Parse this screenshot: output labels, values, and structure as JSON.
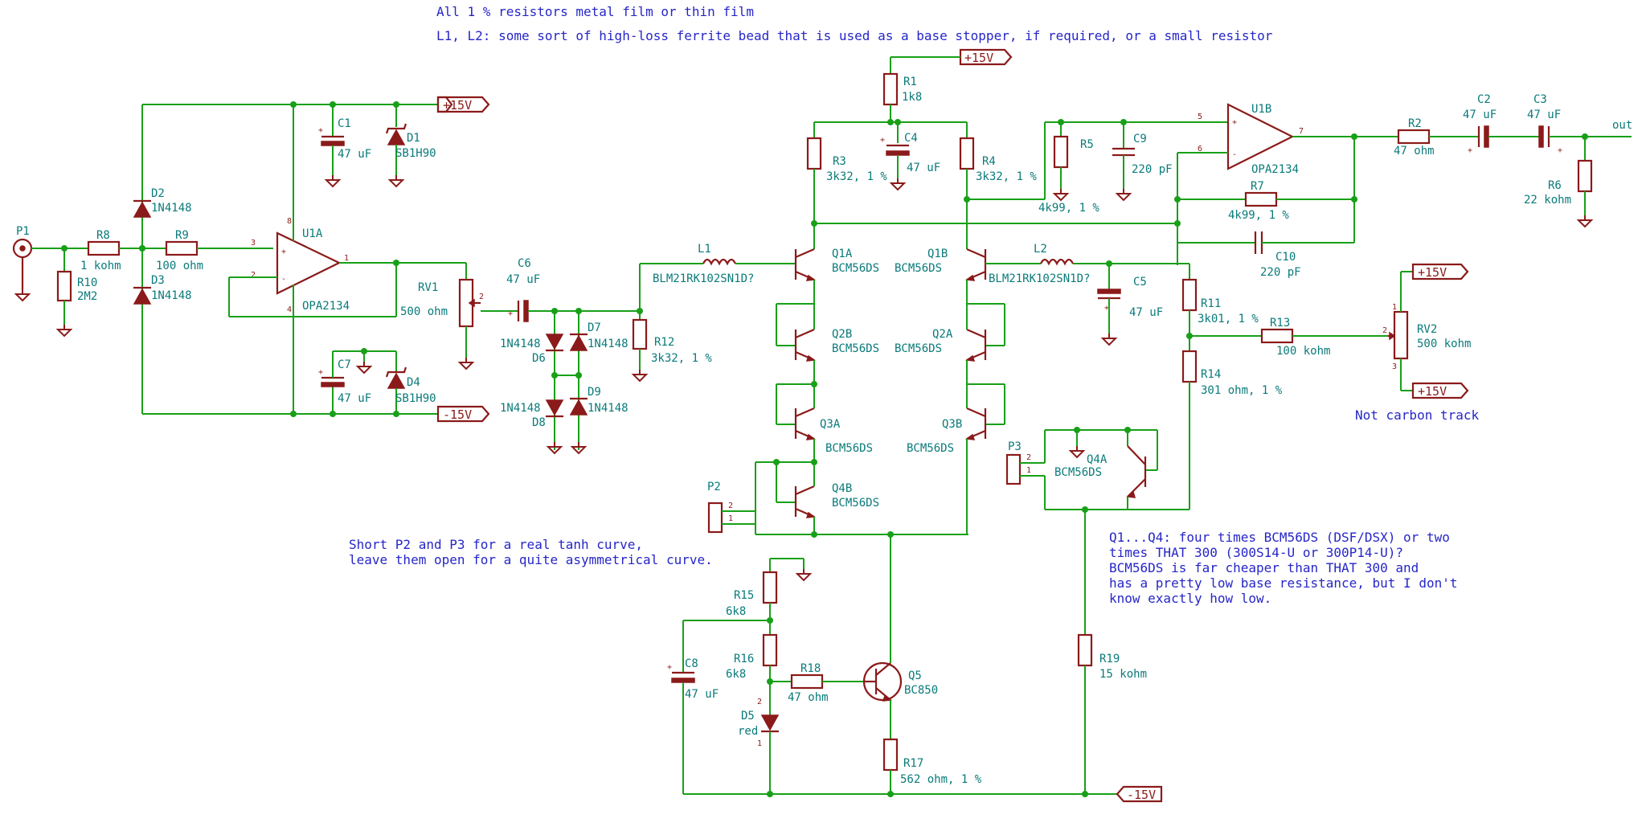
{
  "notes": {
    "top1": "All 1 % resistors metal film or thin film",
    "top2": "L1, L2: some sort of high-loss ferrite bead that is used as a base stopper, if required, or a small resistor",
    "short1": "Short P2 and P3 for a real tanh curve,",
    "short2": "leave them open for a quite asymmetrical curve.",
    "q1": "Q1...Q4: four times BCM56DS (DSF/DSX) or two",
    "q2": "times THAT 300 (300S14-U or 300P14-U)?",
    "q3": "BCM56DS is far cheaper than THAT 300 and",
    "q4": "has a pretty low base resistance, but I don't",
    "q5": "know exactly how low.",
    "rv2": "Not carbon track",
    "out": "out"
  },
  "rails": {
    "p15": "+15V",
    "m15": "-15V"
  },
  "parts": {
    "P1": {
      "ref": "P1"
    },
    "P2": {
      "ref": "P2"
    },
    "P3": {
      "ref": "P3"
    },
    "R8": {
      "ref": "R8",
      "val": "1 kohm"
    },
    "R9": {
      "ref": "R9",
      "val": "100 ohm"
    },
    "R10": {
      "ref": "R10",
      "val": "2M2"
    },
    "D2": {
      "ref": "D2",
      "val": "1N4148"
    },
    "D3": {
      "ref": "D3",
      "val": "1N4148"
    },
    "U1A": {
      "ref": "U1A",
      "val": "OPA2134"
    },
    "U1B": {
      "ref": "U1B",
      "val": "OPA2134"
    },
    "C1": {
      "ref": "C1",
      "val": "47 uF"
    },
    "D1": {
      "ref": "D1",
      "val": "SB1H90"
    },
    "C7": {
      "ref": "C7",
      "val": "47 uF"
    },
    "D4": {
      "ref": "D4",
      "val": "SB1H90"
    },
    "RV1": {
      "ref": "RV1",
      "val": "500 ohm"
    },
    "C6": {
      "ref": "C6",
      "val": "47 uF"
    },
    "D6": {
      "ref": "D6",
      "val": "1N4148"
    },
    "D7": {
      "ref": "D7",
      "val": "1N4148"
    },
    "D8": {
      "ref": "D8",
      "val": "1N4148"
    },
    "D9": {
      "ref": "D9",
      "val": "1N4148"
    },
    "R12": {
      "ref": "R12",
      "val": "3k32, 1 %"
    },
    "L1": {
      "ref": "L1",
      "val": "BLM21RK102SN1D?"
    },
    "L2": {
      "ref": "L2",
      "val": "BLM21RK102SN1D?"
    },
    "R1": {
      "ref": "R1",
      "val": "1k8"
    },
    "R3": {
      "ref": "R3",
      "val": "3k32, 1 %"
    },
    "C4": {
      "ref": "C4",
      "val": "47 uF"
    },
    "R4": {
      "ref": "R4",
      "val": "3k32, 1 %"
    },
    "Q1A": {
      "ref": "Q1A",
      "val": "BCM56DS"
    },
    "Q1B": {
      "ref": "Q1B",
      "val": "BCM56DS"
    },
    "Q2B": {
      "ref": "Q2B",
      "val": "BCM56DS"
    },
    "Q2A": {
      "ref": "Q2A",
      "val": "BCM56DS"
    },
    "Q3A": {
      "ref": "Q3A",
      "val": "BCM56DS"
    },
    "Q3B": {
      "ref": "Q3B",
      "val": "BCM56DS"
    },
    "Q4B": {
      "ref": "Q4B",
      "val": "BCM56DS"
    },
    "Q4A": {
      "ref": "Q4A",
      "val": "BCM56DS"
    },
    "R5": {
      "ref": "R5",
      "val": "4k99, 1 %"
    },
    "C9": {
      "ref": "C9",
      "val": "220 pF"
    },
    "R7": {
      "ref": "R7",
      "val": "4k99, 1 %"
    },
    "C10": {
      "ref": "C10",
      "val": "220 pF"
    },
    "R2": {
      "ref": "R2",
      "val": "47 ohm"
    },
    "C2": {
      "ref": "C2",
      "val": "47 uF"
    },
    "C3": {
      "ref": "C3",
      "val": "47 uF"
    },
    "R6": {
      "ref": "R6",
      "val": "22 kohm"
    },
    "C5": {
      "ref": "C5",
      "val": "47 uF"
    },
    "R11": {
      "ref": "R11",
      "val": "3k01, 1 %"
    },
    "R13": {
      "ref": "R13",
      "val": "100 kohm"
    },
    "RV2": {
      "ref": "RV2",
      "val": "500 kohm"
    },
    "R14": {
      "ref": "R14",
      "val": "301 ohm, 1 %"
    },
    "R15": {
      "ref": "R15",
      "val": "6k8"
    },
    "R16": {
      "ref": "R16",
      "val": "6k8"
    },
    "R18": {
      "ref": "R18",
      "val": "47 ohm"
    },
    "C8": {
      "ref": "C8",
      "val": "47 uF"
    },
    "D5": {
      "ref": "D5",
      "val": "red"
    },
    "Q5": {
      "ref": "Q5",
      "val": "BC850"
    },
    "R17": {
      "ref": "R17",
      "val": "562 ohm, 1 %"
    },
    "R19": {
      "ref": "R19",
      "val": "15 kohm"
    }
  },
  "colors": {
    "wire": "#18a018",
    "component": "#8b1a1a",
    "label": "#0b7a7a",
    "note": "#2626c8"
  }
}
